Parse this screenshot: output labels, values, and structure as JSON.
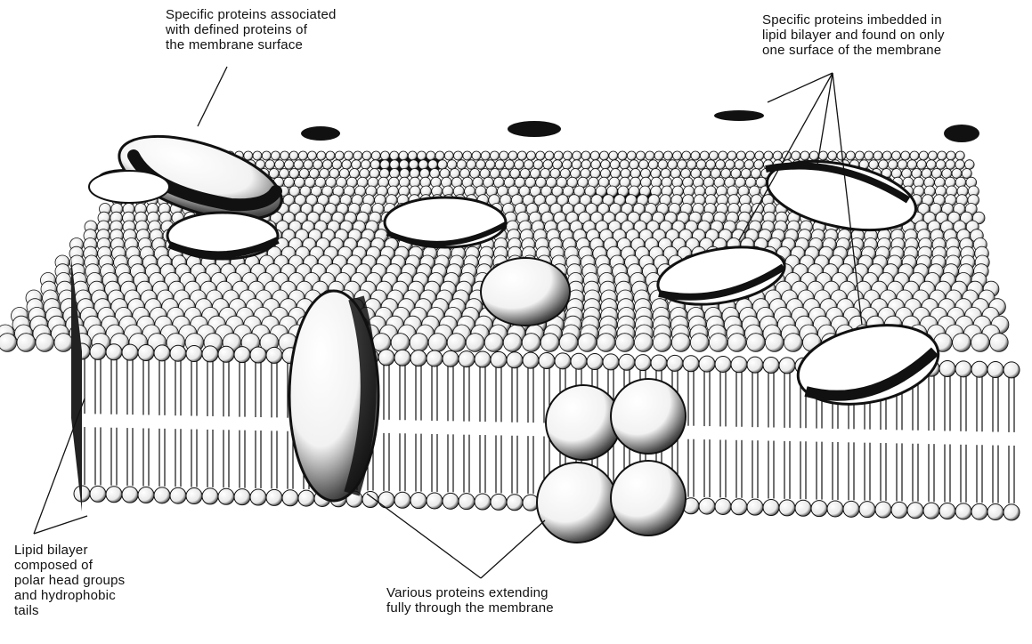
{
  "labels": {
    "peripheral": [
      "Specific proteins associated",
      "with defined proteins of",
      "the membrane surface"
    ],
    "embedded": [
      "Specific proteins imbedded in",
      "lipid bilayer and found on only",
      "one surface of the membrane"
    ],
    "bilayer": [
      "Lipid bilayer",
      "composed of",
      "polar head groups",
      "and hydrophobic",
      "tails"
    ],
    "transmembrane": [
      "Various proteins extending",
      "fully through the membrane"
    ]
  },
  "colors": {
    "ink": "#111111",
    "background": "#ffffff"
  }
}
